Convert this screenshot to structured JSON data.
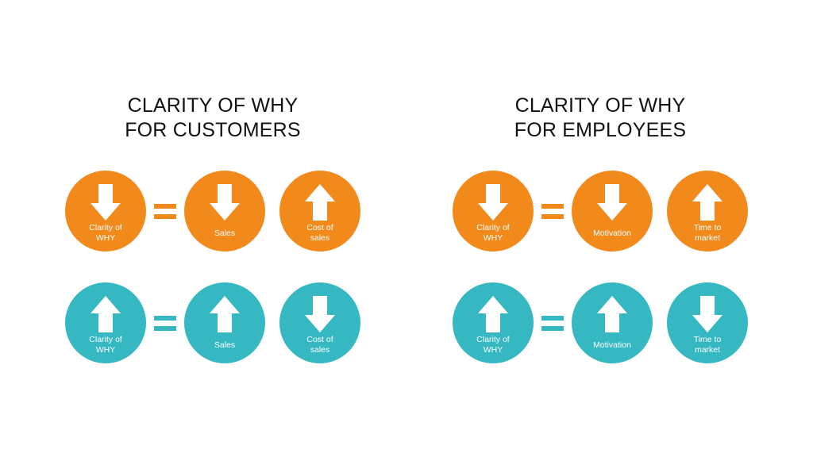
{
  "colors": {
    "orange": "#F18A1B",
    "teal": "#35B8C1",
    "white": "#FFFFFF",
    "text": "#111111"
  },
  "panels": [
    {
      "id": "customers",
      "title_lines": [
        "CLARITY OF WHY",
        "FOR CUSTOMERS"
      ],
      "rows": [
        {
          "color": "orange",
          "items": [
            {
              "arrow": "down",
              "label_lines": [
                "Clarity of",
                "WHY"
              ]
            },
            {
              "arrow": "down",
              "label_lines": [
                "Sales"
              ]
            },
            {
              "arrow": "up",
              "label_lines": [
                "Cost of",
                "sales"
              ]
            }
          ]
        },
        {
          "color": "teal",
          "items": [
            {
              "arrow": "up",
              "label_lines": [
                "Clarity of",
                "WHY"
              ]
            },
            {
              "arrow": "up",
              "label_lines": [
                "Sales"
              ]
            },
            {
              "arrow": "down",
              "label_lines": [
                "Cost of",
                "sales"
              ]
            }
          ]
        }
      ]
    },
    {
      "id": "employees",
      "title_lines": [
        "CLARITY OF WHY",
        "FOR EMPLOYEES"
      ],
      "rows": [
        {
          "color": "orange",
          "items": [
            {
              "arrow": "down",
              "label_lines": [
                "Clarity of",
                "WHY"
              ]
            },
            {
              "arrow": "down",
              "label_lines": [
                "Motivation"
              ]
            },
            {
              "arrow": "up",
              "label_lines": [
                "Time to",
                "market"
              ]
            }
          ]
        },
        {
          "color": "teal",
          "items": [
            {
              "arrow": "up",
              "label_lines": [
                "Clarity of",
                "WHY"
              ]
            },
            {
              "arrow": "up",
              "label_lines": [
                "Motivation"
              ]
            },
            {
              "arrow": "down",
              "label_lines": [
                "Time to",
                "market"
              ]
            }
          ]
        }
      ]
    }
  ]
}
